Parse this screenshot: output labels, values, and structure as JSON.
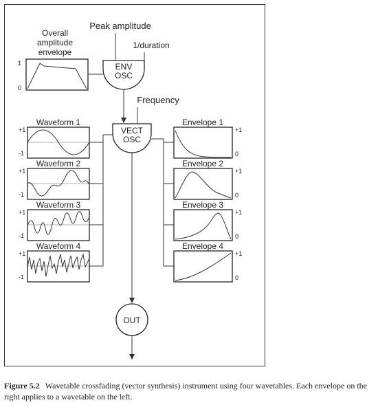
{
  "diagram": {
    "labels": {
      "overall_envelope": [
        "Overall",
        "amplitude",
        "envelope"
      ],
      "peak_amplitude": "Peak amplitude",
      "duration": "1/duration",
      "frequency": "Frequency"
    },
    "nodes": {
      "env_osc": [
        "ENV",
        "OSC"
      ],
      "vect_osc": [
        "VECT",
        "OSC"
      ],
      "out": "OUT"
    },
    "overall_envelope_ticks": {
      "top": "1",
      "bottom": "0"
    },
    "waveforms": [
      {
        "title": "Waveform 1",
        "top": "+1",
        "bottom": "-1"
      },
      {
        "title": "Waveform 2",
        "top": "+1",
        "bottom": "-1"
      },
      {
        "title": "Waveform 3",
        "top": "+1",
        "bottom": "-1"
      },
      {
        "title": "Waveform 4",
        "top": "+1",
        "bottom": "-1"
      }
    ],
    "envelopes": [
      {
        "title": "Envelope 1",
        "top": "+1",
        "bottom": "0"
      },
      {
        "title": "Envelope 2",
        "top": "+1",
        "bottom": "0"
      },
      {
        "title": "Envelope 3",
        "top": "+1",
        "bottom": "0"
      },
      {
        "title": "Envelope 4",
        "top": "+1",
        "bottom": "0"
      }
    ]
  },
  "caption": {
    "figure_number": "Figure 5.2",
    "text": "Wavetable crossfading (vector synthesis) instrument using four wavetables. Each envelope on the right applies to a wavetable on the left."
  }
}
